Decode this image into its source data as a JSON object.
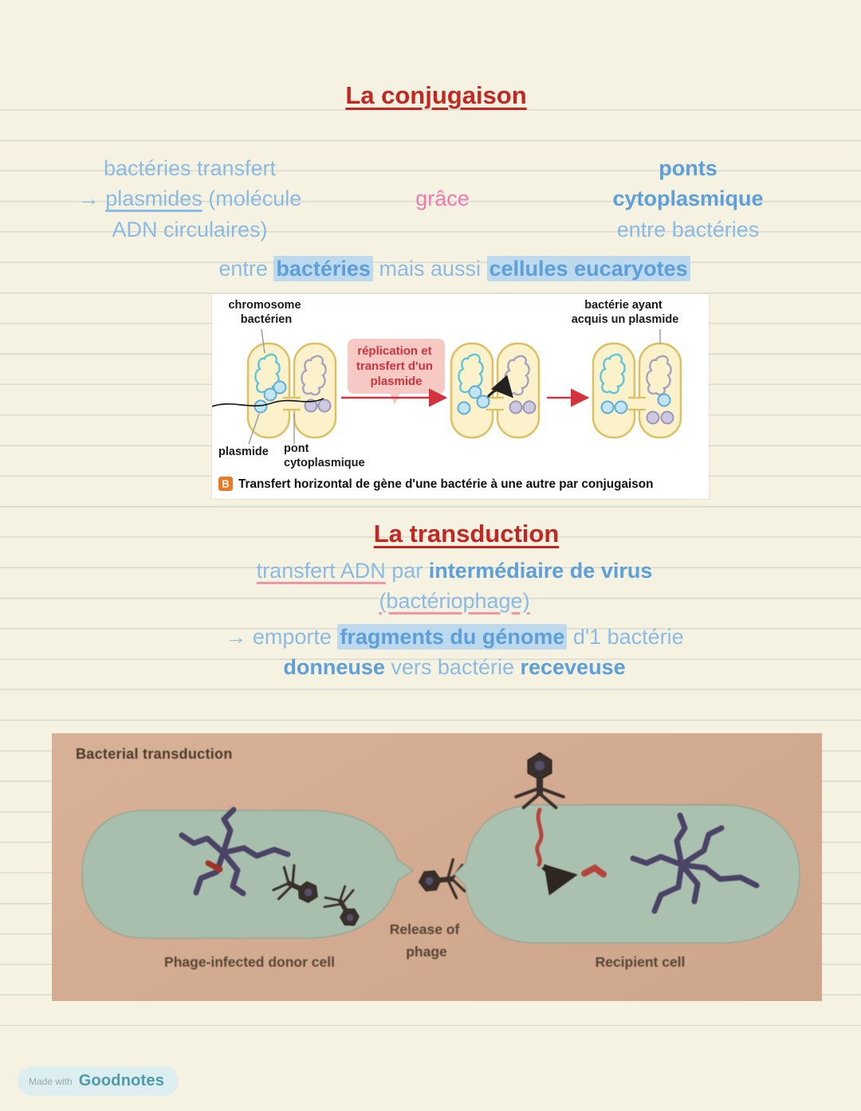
{
  "palette": {
    "page_bg": "#f6f2e1",
    "rule_line": "#d9dbd1",
    "note_blue": "#8abbe6",
    "note_blue_bold": "#5c9fda",
    "highlight_blue": "#bdd9ee",
    "note_pink": "#f27ab2",
    "heading_red": "#c32723",
    "diagram_red": "#d3323e",
    "bacteria_fill": "#fbf1cb",
    "bacteria_border": "#e0bf62",
    "chromosome_cyan": "#5ec6da",
    "chromosome_gray": "#a7a3c0",
    "plasmid_blue": "#c3e4f4",
    "plasmid_gray": "#ccc9e0",
    "caption_badge_orange": "#e87a25",
    "scan_bg": "#d2aa90",
    "scan_cell": "#a9bfad",
    "scan_dark": "#39302b",
    "scan_dna": "#4b4366"
  },
  "conjugaison": {
    "title": "La conjugaison",
    "left": {
      "l1": "bactéries transfert",
      "arrow": "→",
      "l2_word": "plasmides",
      "l2_rest": " (molécule",
      "l3": "ADN circulaires)"
    },
    "grace": "grâce",
    "right": {
      "l1": "ponts",
      "l2": "cytoplasmique",
      "l3": "entre bactéries"
    },
    "entre": {
      "s0": "entre ",
      "s1": "bactéries",
      "s2": " mais aussi ",
      "s3": "cellules eucaryotes"
    }
  },
  "diagram": {
    "chromosome_l1": "chromosome",
    "chromosome_l2": "bactérien",
    "acquis_l1": "bactérie ayant",
    "acquis_l2": "acquis un plasmide",
    "replication_l1": "réplication et",
    "replication_l2": "transfert d'un",
    "replication_l3": "plasmide",
    "plasmide_label": "plasmide",
    "pont_l1": "pont",
    "pont_l2": "cytoplasmique",
    "badge": "B",
    "caption": "Transfert horizontal de gène d'une bactérie à une autre par conjugaison"
  },
  "transduction": {
    "title": "La transduction",
    "l1": {
      "s0": "transfert ADN",
      "s1": " par ",
      "s2": "intermédiaire de virus"
    },
    "l2": "(bactériophage)",
    "l3": {
      "arrow": "→",
      "s0": " emporte ",
      "s1": "fragments du génome",
      "s2": " d'1 bactérie"
    },
    "l4": {
      "s0": "donneuse",
      "s1": " vers bactérie ",
      "s2": "receveuse"
    }
  },
  "scan": {
    "title": "Bacterial transduction",
    "donor_label": "Phage-infected donor cell",
    "release_l1": "Release of",
    "release_l2": "phage",
    "recipient_label": "Recipient cell"
  },
  "footer_badge": {
    "made_with": "Made with",
    "brand": "Goodnotes"
  }
}
